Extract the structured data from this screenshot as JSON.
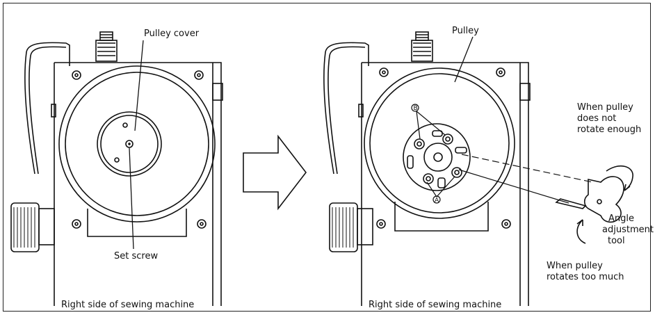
{
  "left_panel": {
    "label_pulley_cover": "Pulley cover",
    "label_set_screw": "Set screw",
    "caption": "Right side of sewing machine"
  },
  "right_panel": {
    "label_pulley": "Pulley",
    "label_b": "B",
    "label_a": "A",
    "label_not_enough_1": "When pulley",
    "label_not_enough_2": "does not",
    "label_not_enough_3": "rotate enough",
    "label_tool_1": "Angle",
    "label_tool_2": "adjustment",
    "label_tool_3": "tool",
    "label_too_much_1": "When pulley",
    "label_too_much_2": "rotates too much",
    "caption": "Right side of sewing machine"
  }
}
